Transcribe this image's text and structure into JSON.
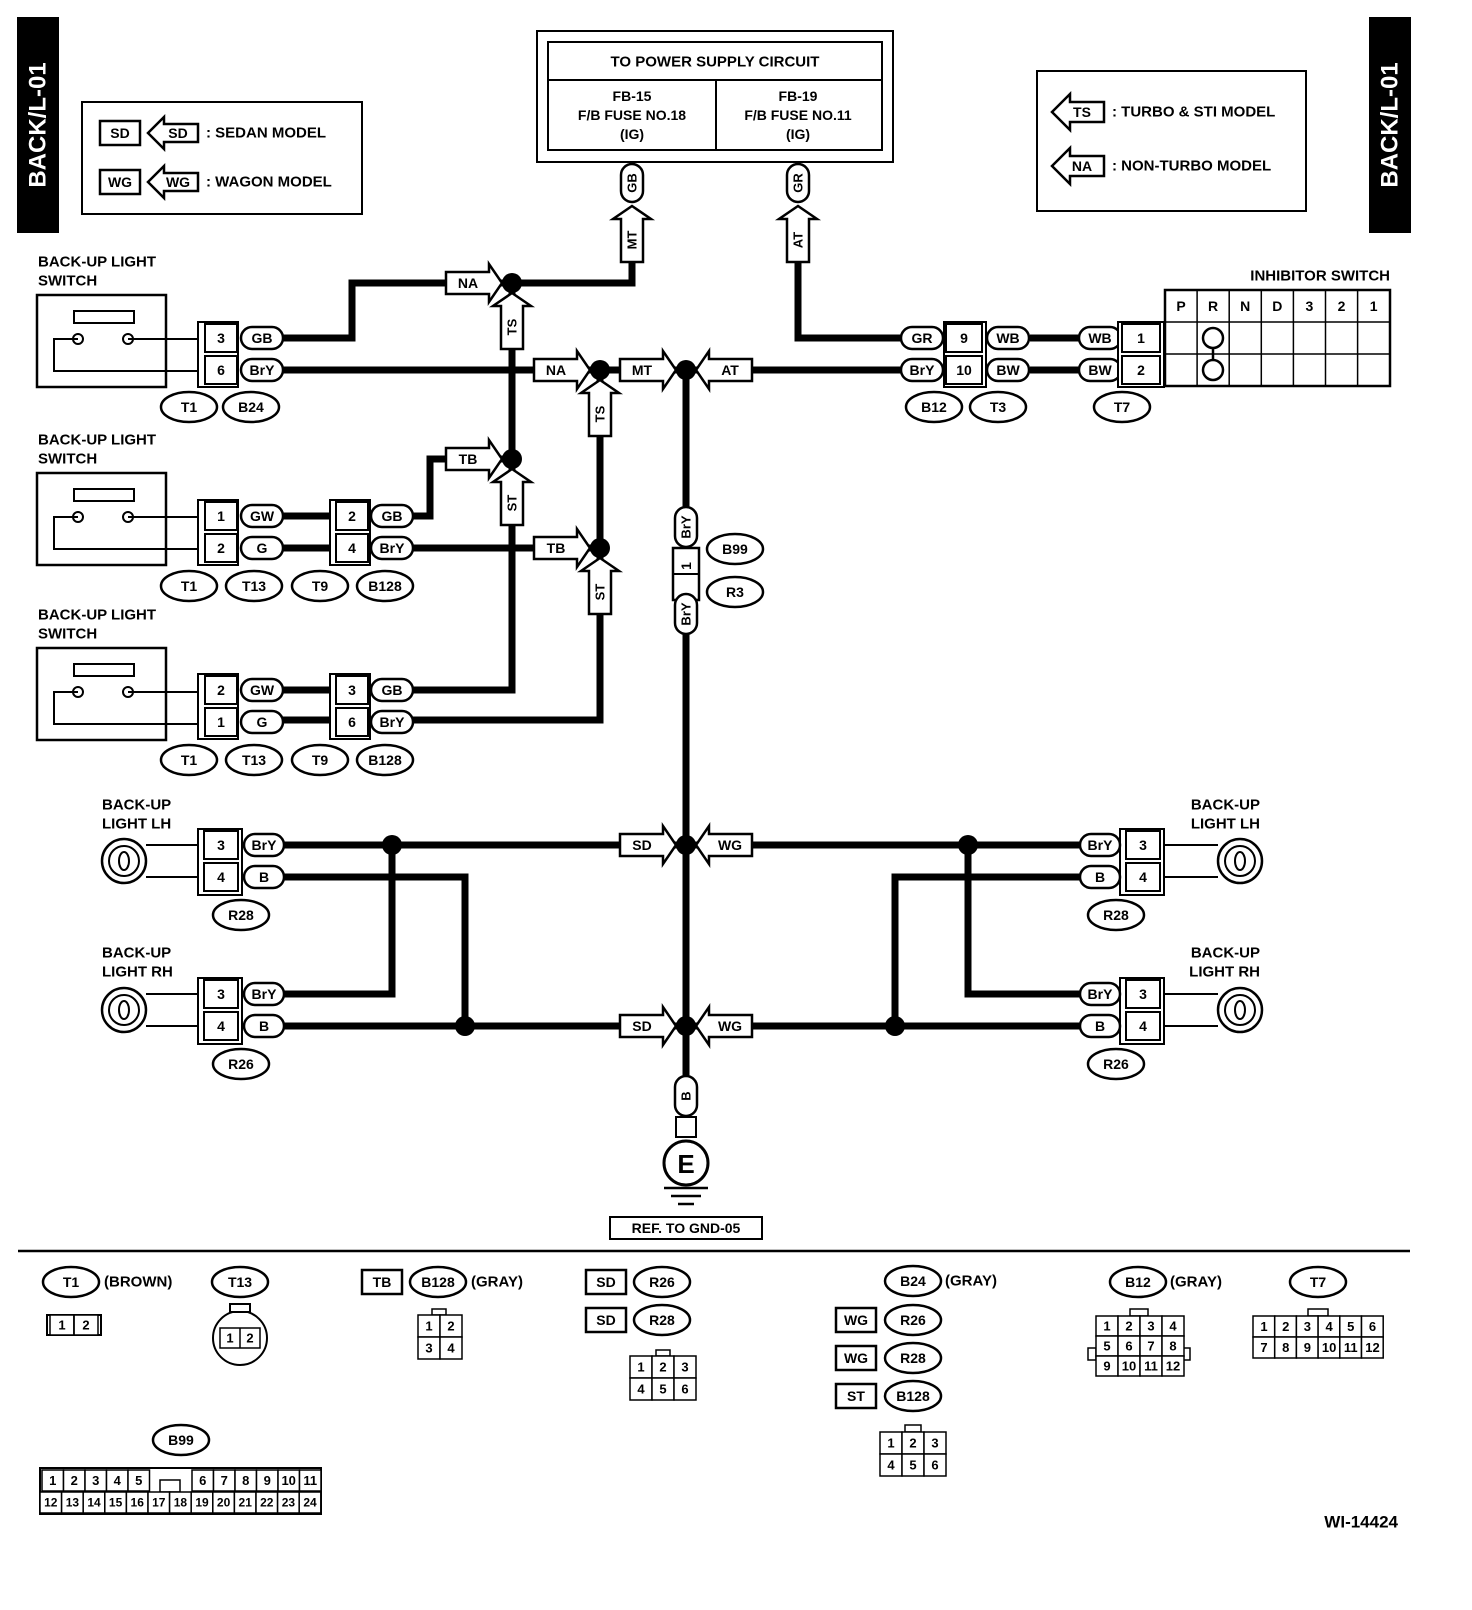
{
  "side_tab": "BACK/L-01",
  "power_supply": {
    "title": "TO POWER SUPPLY CIRCUIT",
    "left": [
      "FB-15",
      "F/B FUSE NO.18",
      "(IG)"
    ],
    "right": [
      "FB-19",
      "F/B FUSE NO.11",
      "(IG)"
    ]
  },
  "legend_left": [
    {
      "code": "SD",
      "text": ": SEDAN MODEL"
    },
    {
      "code": "WG",
      "text": ": WAGON MODEL"
    }
  ],
  "legend_right": [
    {
      "code": "TS",
      "text": ": TURBO & STI MODEL"
    },
    {
      "code": "NA",
      "text": ": NON-TURBO MODEL"
    }
  ],
  "switch_label": [
    "BACK-UP LIGHT",
    "SWITCH"
  ],
  "inhibitor": {
    "title": "INHIBITOR SWITCH",
    "positions": [
      "P",
      "R",
      "N",
      "D",
      "3",
      "2",
      "1"
    ],
    "pins": [
      {
        "pin": "1",
        "wire": "WB",
        "b12_wire": "GR",
        "b12_pin": "9",
        "t3_wire": "WB"
      },
      {
        "pin": "2",
        "wire": "BW",
        "b12_wire": "BrY",
        "b12_pin": "10",
        "t3_wire": "BW"
      }
    ]
  },
  "switch1": {
    "pins": [
      "3",
      "6"
    ],
    "wires": [
      "GB",
      "BrY"
    ],
    "connectors": [
      "T1",
      "B24"
    ]
  },
  "switch2": {
    "pins": [
      "1",
      "2"
    ],
    "wires": [
      "GW",
      "G"
    ],
    "pins2": [
      "2",
      "4"
    ],
    "wires2": [
      "GB",
      "BrY"
    ],
    "connectors": [
      "T1",
      "T13",
      "T9",
      "B128"
    ]
  },
  "switch3": {
    "pins": [
      "2",
      "1"
    ],
    "wires": [
      "GW",
      "G"
    ],
    "pins2": [
      "3",
      "6"
    ],
    "wires2": [
      "GB",
      "BrY"
    ],
    "connectors": [
      "T1",
      "T13",
      "T9",
      "B128"
    ]
  },
  "inline_connectors": {
    "b12": "B12",
    "t3": "T3",
    "t7": "T7",
    "b99": "B99",
    "r3": "R3",
    "b99_pin": "1",
    "b99_wire": "BrY"
  },
  "supply_wires": {
    "left_wire": "GB",
    "left_variant": "MT",
    "right_wire": "GR",
    "right_variant": "AT"
  },
  "variants": {
    "na": "NA",
    "ts": "TS",
    "mt": "MT",
    "at": "AT",
    "tb": "TB",
    "st": "ST",
    "sd": "SD",
    "wg": "WG"
  },
  "lamps": {
    "lh_label": [
      "BACK-UP",
      "LIGHT LH"
    ],
    "rh_label": [
      "BACK-UP",
      "LIGHT RH"
    ],
    "pins": [
      "3",
      "4"
    ],
    "wires": [
      "BrY",
      "B"
    ],
    "lh_connector": "R28",
    "rh_connector": "R26"
  },
  "ground": {
    "wire": "B",
    "symbol": "E",
    "ref": "REF. TO GND-05"
  },
  "connector_views": {
    "t1": {
      "name": "T1",
      "color": "(BROWN)",
      "pins": [
        "1",
        "2"
      ]
    },
    "t13": {
      "name": "T13",
      "pins": [
        "1",
        "2"
      ]
    },
    "b128": {
      "variant": "TB",
      "name": "B128",
      "color": "(GRAY)",
      "pins": [
        "1",
        "2",
        "3",
        "4"
      ]
    },
    "r26r28_sd": {
      "variant": "SD",
      "names": [
        "R26",
        "R28"
      ],
      "pins": [
        "1",
        "2",
        "3",
        "4",
        "5",
        "6"
      ]
    },
    "b24_group": {
      "name": "B24",
      "color": "(GRAY)",
      "rows": [
        {
          "variant": "WG",
          "name": "R26"
        },
        {
          "variant": "WG",
          "name": "R28"
        },
        {
          "variant": "ST",
          "name": "B128"
        }
      ],
      "pins": [
        "1",
        "2",
        "3",
        "4",
        "5",
        "6"
      ]
    },
    "b12": {
      "name": "B12",
      "color": "(GRAY)",
      "pins": [
        "1",
        "2",
        "3",
        "4",
        "5",
        "6",
        "7",
        "8",
        "9",
        "10",
        "11",
        "12"
      ]
    },
    "t7": {
      "name": "T7",
      "pins": [
        "1",
        "2",
        "3",
        "4",
        "5",
        "6",
        "7",
        "8",
        "9",
        "10",
        "11",
        "12"
      ]
    },
    "b99": {
      "name": "B99",
      "pins_top": [
        "1",
        "2",
        "3",
        "4",
        "5",
        "6",
        "7",
        "8",
        "9",
        "10",
        "11"
      ],
      "pins_bottom": [
        "12",
        "13",
        "14",
        "15",
        "16",
        "17",
        "18",
        "19",
        "20",
        "21",
        "22",
        "23",
        "24"
      ]
    }
  },
  "figure_id": "WI-14424"
}
